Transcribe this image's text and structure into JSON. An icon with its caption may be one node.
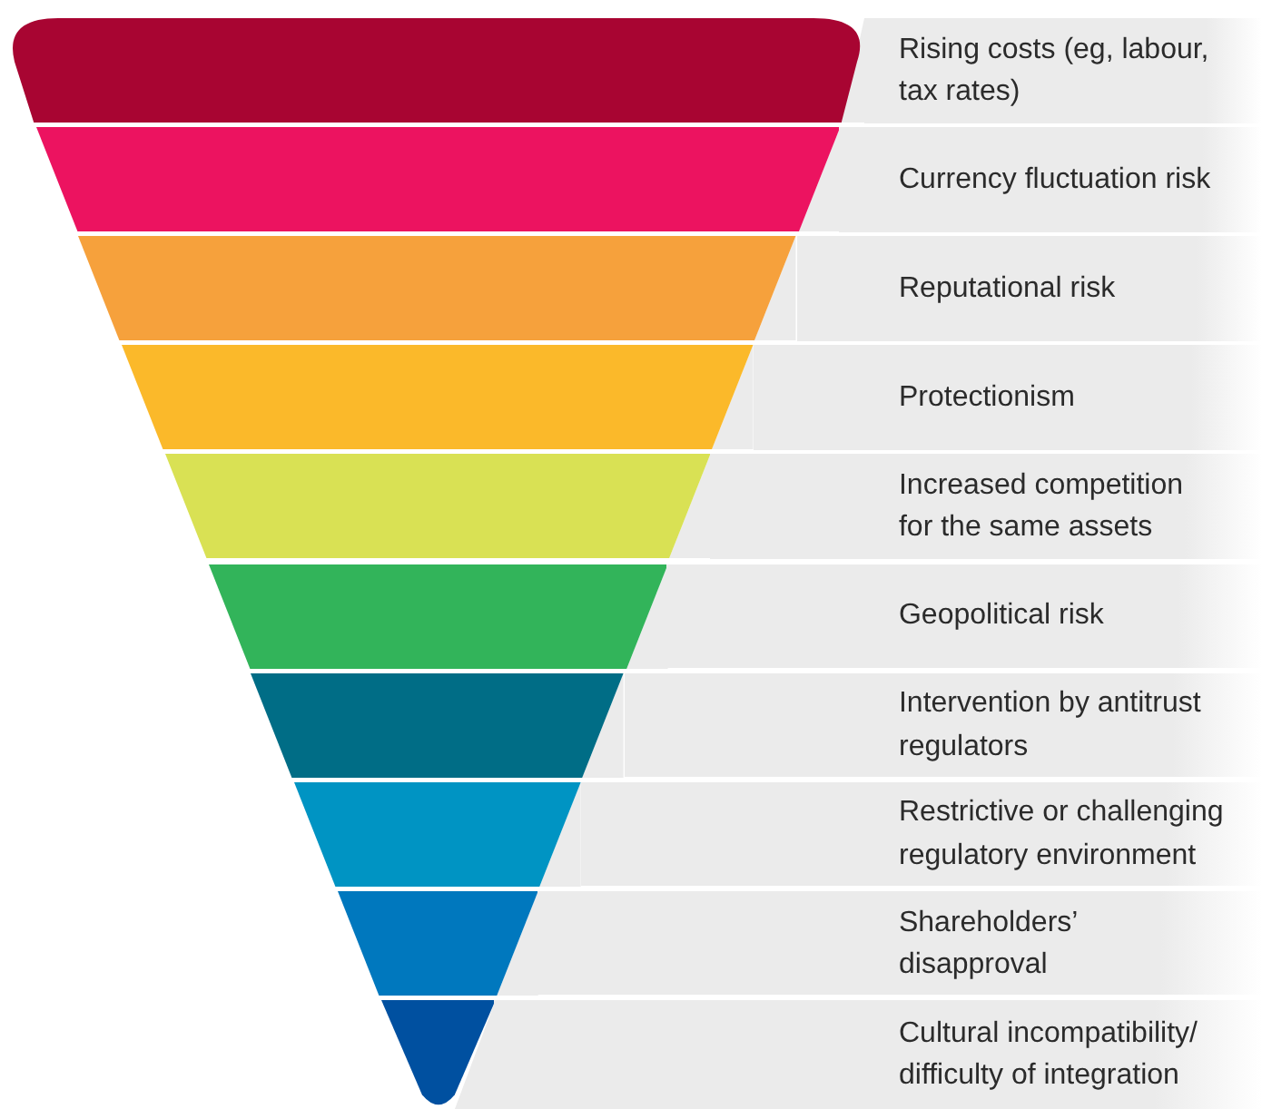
{
  "diagram": {
    "nodes": [
      {
        "text": [
          "Rising costs (eg, labour, tax rates)"
        ]
      },
      {
        "text": [
          "Currency fluctuation risk"
        ]
      },
      {
        "text": [
          "Reputational risk"
        ]
      },
      {
        "text": [
          "Protectionism"
        ]
      },
      {
        "text": [
          "Increased competition for the same assets"
        ]
      },
      {
        "text": [
          "Geopolitical risk"
        ]
      },
      {
        "text": [
          "Intervention by antitrust regulators"
        ]
      },
      {
        "text": [
          "Restrictive or challenging regulatory environment"
        ]
      },
      {
        "text": [
          "Shareholders’ disapproval"
        ]
      },
      {
        "text": [
          "Cultural incompatibility/ difficulty of integration"
        ]
      },
      {
        "text": [],
        "shape": "trapezoid"
      },
      {
        "text": [],
        "shape": "trapezoid"
      },
      {
        "text": [],
        "shape": "trapezoid"
      },
      {
        "text": [],
        "shape": "trapezoid"
      },
      {
        "text": [],
        "shape": "trapezoid"
      },
      {
        "text": [],
        "shape": "trapezoid"
      },
      {
        "text": [],
        "shape": "trapezoid"
      },
      {
        "text": [],
        "shape": "trapezoid"
      },
      {
        "text": [],
        "shape": "trapezoid"
      },
      {
        "text": [],
        "shape": "trapezoid"
      }
    ]
  }
}
